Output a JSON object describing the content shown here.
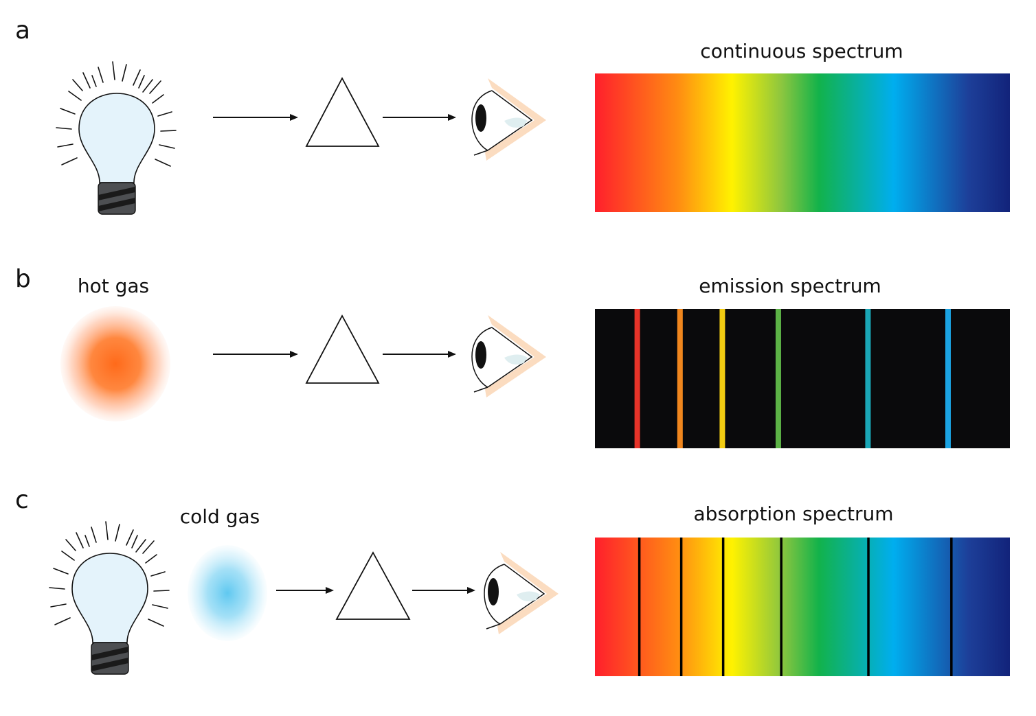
{
  "panels": [
    {
      "letter": "a",
      "spectrum_title": "continuous spectrum",
      "source_label": "",
      "spectrum_kind": "continuous",
      "lines": []
    },
    {
      "letter": "b",
      "spectrum_title": "emission spectrum",
      "source_label": "hot gas",
      "spectrum_kind": "emission",
      "lines": [
        {
          "position": 0.102,
          "color": "#e63329"
        },
        {
          "position": 0.205,
          "color": "#f0861e"
        },
        {
          "position": 0.307,
          "color": "#f2cc12"
        },
        {
          "position": 0.442,
          "color": "#5cb246"
        },
        {
          "position": 0.658,
          "color": "#1aa6b6"
        },
        {
          "position": 0.851,
          "color": "#1ba3e3"
        }
      ]
    },
    {
      "letter": "c",
      "spectrum_title": "absorption spectrum",
      "source_label": "cold gas",
      "spectrum_kind": "absorption",
      "lines": [
        {
          "position": 0.107,
          "color": "#000000"
        },
        {
          "position": 0.208,
          "color": "#000000"
        },
        {
          "position": 0.309,
          "color": "#000000"
        },
        {
          "position": 0.449,
          "color": "#000000"
        },
        {
          "position": 0.659,
          "color": "#000000"
        },
        {
          "position": 0.859,
          "color": "#000000"
        }
      ]
    }
  ],
  "colors": {
    "spectrum": [
      "#ff1f2c",
      "#ff8c12",
      "#fff200",
      "#8cc63f",
      "#12b24b",
      "#00aeef",
      "#1d3f99",
      "#12237a"
    ],
    "hot_gas": "#ff6a1a",
    "cold_gas": "#5fc8f0",
    "bulb_glass": "#e4f3fb",
    "bulb_base": "#4d4f52",
    "skin": "#fbdcc0",
    "emission_background": "#0a0a0c"
  }
}
